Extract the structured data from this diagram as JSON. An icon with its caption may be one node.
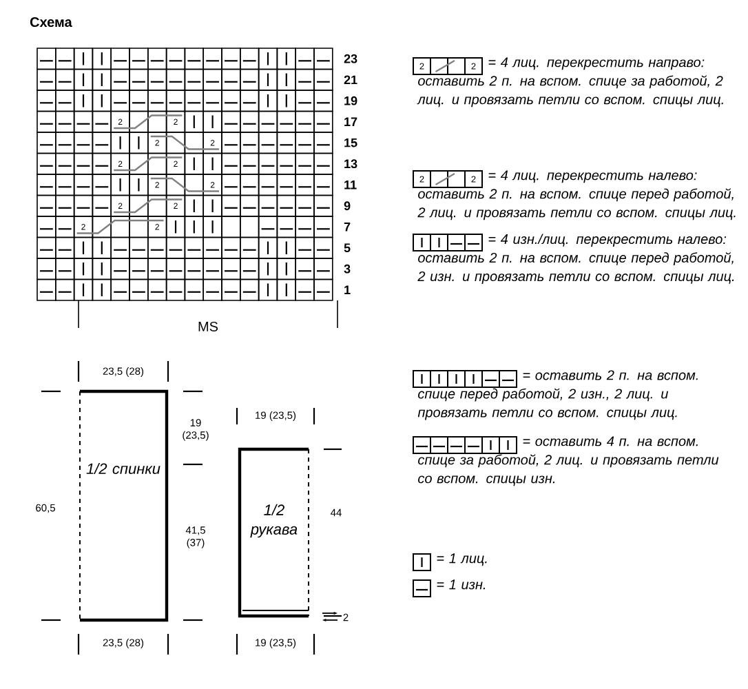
{
  "diagram": {
    "title": "Схема",
    "nodes": [
      {
        "text": [
          "1/2 спинки"
        ]
      },
      {
        "text": [
          "1/2 рукава"
        ]
      }
    ],
    "labels": [
      "23",
      "21",
      "19",
      "17",
      "15",
      "13",
      "11",
      "9",
      "7",
      "5",
      "3",
      "1",
      "2",
      "2",
      "2",
      "2",
      "2",
      "2",
      "2",
      "2",
      "2",
      "2",
      "2",
      "2",
      "MS",
      "2",
      "2",
      "2",
      "2",
      "23,5 (28)",
      "19 (23,5)",
      "60,5",
      "19 (23,5)",
      "44",
      "41,5 (37)",
      "2",
      "23,5 (28)",
      "19 (23,5)"
    ],
    "legend": [
      {
        "text": "= 4 лиц. перекрестить направо: оставить 2 п. на вспом. спице за работой, 2 лиц. и провязать петли со вспом. спицы лиц."
      },
      {
        "text": "= 4 лиц. перекрестить налево: оставить 2 п. на вспом. спице перед работой, 2 лиц. и провязать петли со вспом. спицы лиц."
      },
      {
        "text": "= 4 изн./лиц. перекрестить налево: оставить 2 п. на вспом. спице перед работой, 2 изн. и провязать петли со вспом. спицы лиц."
      },
      {
        "text": "= оставить 2 п. на вспом. спице перед работой, 2 изн., 2 лиц. и провязать петли со вспом. спицы лиц."
      },
      {
        "text": "= оставить 4 п. на вспом. спице за работой, 2 лиц. и провязать петли со вспом. спицы изн."
      },
      {
        "text": "= 1 лиц."
      },
      {
        "text": "= 1 изн."
      }
    ]
  }
}
